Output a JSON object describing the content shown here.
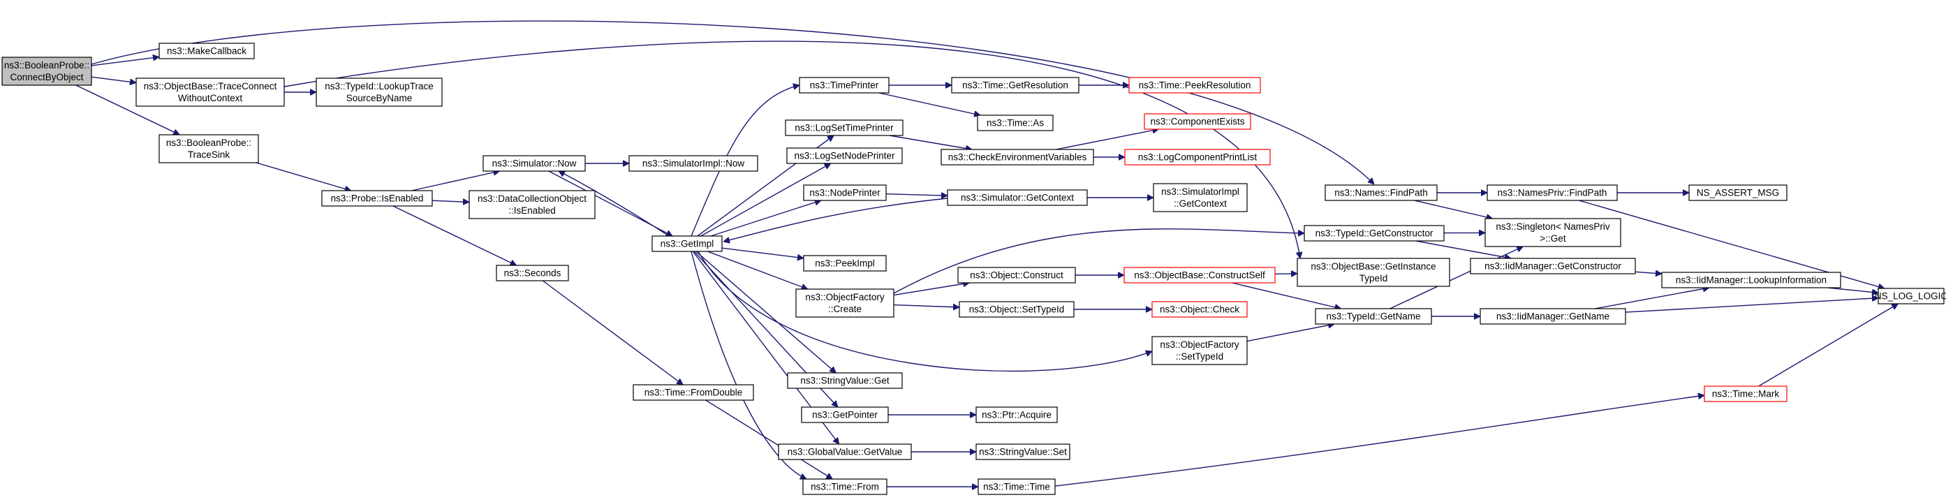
{
  "nodes": [
    {
      "id": "root",
      "lines": [
        "ns3::BooleanProbe::",
        "ConnectByObject"
      ],
      "style": "root"
    },
    {
      "id": "makecb",
      "lines": [
        "ns3::MakeCallback"
      ],
      "style": "normal"
    },
    {
      "id": "tcwc",
      "lines": [
        "ns3::ObjectBase::TraceConnect",
        "WithoutContext"
      ],
      "style": "normal"
    },
    {
      "id": "lts",
      "lines": [
        "ns3::TypeId::LookupTrace",
        "SourceByName"
      ],
      "style": "normal"
    },
    {
      "id": "tracesink",
      "lines": [
        "ns3::BooleanProbe::",
        "TraceSink"
      ],
      "style": "normal"
    },
    {
      "id": "isenabled",
      "lines": [
        "ns3::Probe::IsEnabled"
      ],
      "style": "normal"
    },
    {
      "id": "simnow",
      "lines": [
        "ns3::Simulator::Now"
      ],
      "style": "normal"
    },
    {
      "id": "simimplnow",
      "lines": [
        "ns3::SimulatorImpl::Now"
      ],
      "style": "normal"
    },
    {
      "id": "dco",
      "lines": [
        "ns3::DataCollectionObject",
        "::IsEnabled"
      ],
      "style": "normal"
    },
    {
      "id": "seconds",
      "lines": [
        "ns3::Seconds"
      ],
      "style": "normal"
    },
    {
      "id": "getimpl",
      "lines": [
        "ns3::GetImpl"
      ],
      "style": "normal"
    },
    {
      "id": "fromdouble",
      "lines": [
        "ns3::Time::FromDouble"
      ],
      "style": "normal"
    },
    {
      "id": "timeprinter",
      "lines": [
        "ns3::TimePrinter"
      ],
      "style": "normal"
    },
    {
      "id": "logsettime",
      "lines": [
        "ns3::LogSetTimePrinter"
      ],
      "style": "normal"
    },
    {
      "id": "logsetnode",
      "lines": [
        "ns3::LogSetNodePrinter"
      ],
      "style": "normal"
    },
    {
      "id": "nodeprinter",
      "lines": [
        "ns3::NodePrinter"
      ],
      "style": "normal"
    },
    {
      "id": "peekimpl",
      "lines": [
        "ns3::PeekImpl"
      ],
      "style": "normal"
    },
    {
      "id": "ofcreate",
      "lines": [
        "ns3::ObjectFactory",
        "::Create"
      ],
      "style": "normal"
    },
    {
      "id": "svget",
      "lines": [
        "ns3::StringValue::Get"
      ],
      "style": "normal"
    },
    {
      "id": "getpointer",
      "lines": [
        "ns3::GetPointer"
      ],
      "style": "normal"
    },
    {
      "id": "gvgetvalue",
      "lines": [
        "ns3::GlobalValue::GetValue"
      ],
      "style": "normal"
    },
    {
      "id": "timefrom",
      "lines": [
        "ns3::Time::From"
      ],
      "style": "normal"
    },
    {
      "id": "getres",
      "lines": [
        "ns3::Time::GetResolution"
      ],
      "style": "normal"
    },
    {
      "id": "peekres",
      "lines": [
        "ns3::Time::PeekResolution"
      ],
      "style": "red"
    },
    {
      "id": "timeas",
      "lines": [
        "ns3::Time::As"
      ],
      "style": "normal"
    },
    {
      "id": "checkenv",
      "lines": [
        "ns3::CheckEnvironmentVariables"
      ],
      "style": "normal"
    },
    {
      "id": "compexists",
      "lines": [
        "ns3::ComponentExists"
      ],
      "style": "red"
    },
    {
      "id": "logcomplist",
      "lines": [
        "ns3::LogComponentPrintList"
      ],
      "style": "red"
    },
    {
      "id": "simgetctx",
      "lines": [
        "ns3::Simulator::GetContext"
      ],
      "style": "normal"
    },
    {
      "id": "simimplgetctx",
      "lines": [
        "ns3::SimulatorImpl",
        "::GetContext"
      ],
      "style": "normal"
    },
    {
      "id": "objconstruct",
      "lines": [
        "ns3::Object::Construct"
      ],
      "style": "normal"
    },
    {
      "id": "objsettypeid",
      "lines": [
        "ns3::Object::SetTypeId"
      ],
      "style": "normal"
    },
    {
      "id": "obconstructself",
      "lines": [
        "ns3::ObjectBase::ConstructSelf"
      ],
      "style": "red"
    },
    {
      "id": "objcheck",
      "lines": [
        "ns3::Object::Check"
      ],
      "style": "red"
    },
    {
      "id": "ofsettypeid",
      "lines": [
        "ns3::ObjectFactory",
        "::SetTypeId"
      ],
      "style": "normal"
    },
    {
      "id": "ptracquire",
      "lines": [
        "ns3::Ptr::Acquire"
      ],
      "style": "normal"
    },
    {
      "id": "svset",
      "lines": [
        "ns3::StringValue::Set"
      ],
      "style": "normal"
    },
    {
      "id": "timetime",
      "lines": [
        "ns3::Time::Time"
      ],
      "style": "normal"
    },
    {
      "id": "namesfind",
      "lines": [
        "ns3::Names::FindPath"
      ],
      "style": "normal"
    },
    {
      "id": "tidgetctor",
      "lines": [
        "ns3::TypeId::GetConstructor"
      ],
      "style": "normal"
    },
    {
      "id": "obgetinst",
      "lines": [
        "ns3::ObjectBase::GetInstance",
        "TypeId"
      ],
      "style": "normal"
    },
    {
      "id": "tidgetname",
      "lines": [
        "ns3::TypeId::GetName"
      ],
      "style": "normal"
    },
    {
      "id": "npfind",
      "lines": [
        "ns3::NamesPriv::FindPath"
      ],
      "style": "normal"
    },
    {
      "id": "singleton",
      "lines": [
        "ns3::Singleton< NamesPriv",
        " >::Get"
      ],
      "style": "normal"
    },
    {
      "id": "iidgetctor",
      "lines": [
        "ns3::IidManager::GetConstructor"
      ],
      "style": "normal"
    },
    {
      "id": "iidgetname",
      "lines": [
        "ns3::IidManager::GetName"
      ],
      "style": "normal"
    },
    {
      "id": "iidlookup",
      "lines": [
        "ns3::IidManager::LookupInformation"
      ],
      "style": "normal"
    },
    {
      "id": "nsassert",
      "lines": [
        "NS_ASSERT_MSG"
      ],
      "style": "normal"
    },
    {
      "id": "nslog",
      "lines": [
        "NS_LOG_LOGIC"
      ],
      "style": "normal"
    },
    {
      "id": "timemark",
      "lines": [
        "ns3::Time::Mark"
      ],
      "style": "red"
    }
  ],
  "edges": [
    [
      "root",
      "makecb"
    ],
    [
      "root",
      "tcwc"
    ],
    [
      "root",
      "tracesink"
    ],
    [
      "root",
      "namesfind"
    ],
    [
      "tcwc",
      "lts"
    ],
    [
      "tcwc",
      "obgetinst"
    ],
    [
      "tracesink",
      "isenabled"
    ],
    [
      "isenabled",
      "simnow"
    ],
    [
      "isenabled",
      "dco"
    ],
    [
      "isenabled",
      "seconds"
    ],
    [
      "simnow",
      "simimplnow"
    ],
    [
      "simnow",
      "getimpl"
    ],
    [
      "seconds",
      "fromdouble"
    ],
    [
      "fromdouble",
      "timefrom"
    ],
    [
      "getimpl",
      "simnow"
    ],
    [
      "getimpl",
      "timeprinter"
    ],
    [
      "getimpl",
      "logsettime"
    ],
    [
      "getimpl",
      "logsetnode"
    ],
    [
      "getimpl",
      "nodeprinter"
    ],
    [
      "getimpl",
      "peekimpl"
    ],
    [
      "getimpl",
      "ofcreate"
    ],
    [
      "getimpl",
      "svget"
    ],
    [
      "getimpl",
      "getpointer"
    ],
    [
      "getimpl",
      "gvgetvalue"
    ],
    [
      "getimpl",
      "timefrom"
    ],
    [
      "getimpl",
      "ofsettypeid"
    ],
    [
      "timeprinter",
      "getres"
    ],
    [
      "timeprinter",
      "timeas"
    ],
    [
      "getres",
      "peekres"
    ],
    [
      "logsettime",
      "checkenv"
    ],
    [
      "checkenv",
      "compexists"
    ],
    [
      "checkenv",
      "logcomplist"
    ],
    [
      "nodeprinter",
      "simgetctx"
    ],
    [
      "simgetctx",
      "simimplgetctx"
    ],
    [
      "simgetctx",
      "getimpl"
    ],
    [
      "ofcreate",
      "tidgetctor"
    ],
    [
      "ofcreate",
      "objconstruct"
    ],
    [
      "ofcreate",
      "objsettypeid"
    ],
    [
      "objconstruct",
      "obconstructself"
    ],
    [
      "objsettypeid",
      "objcheck"
    ],
    [
      "obconstructself",
      "obgetinst"
    ],
    [
      "obconstructself",
      "tidgetname"
    ],
    [
      "ofsettypeid",
      "tidgetname"
    ],
    [
      "getpointer",
      "ptracquire"
    ],
    [
      "gvgetvalue",
      "svset"
    ],
    [
      "timefrom",
      "timetime"
    ],
    [
      "timetime",
      "timemark"
    ],
    [
      "namesfind",
      "npfind"
    ],
    [
      "namesfind",
      "singleton"
    ],
    [
      "npfind",
      "nsassert"
    ],
    [
      "npfind",
      "nslog"
    ],
    [
      "tidgetctor",
      "singleton"
    ],
    [
      "tidgetctor",
      "iidgetctor"
    ],
    [
      "tidgetname",
      "singleton"
    ],
    [
      "tidgetname",
      "iidgetname"
    ],
    [
      "iidgetctor",
      "iidlookup"
    ],
    [
      "iidgetname",
      "iidlookup"
    ],
    [
      "iidgetname",
      "nslog"
    ],
    [
      "iidlookup",
      "nslog"
    ],
    [
      "timemark",
      "nslog"
    ]
  ]
}
